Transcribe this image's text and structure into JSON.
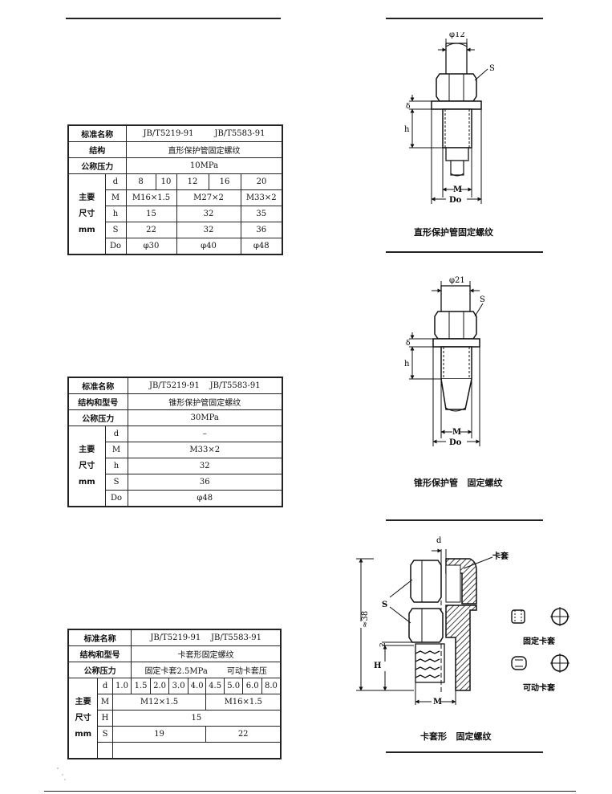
{
  "table1": {
    "rows": {
      "standard": {
        "label": "标准名称",
        "value1": "JB/T5219-91",
        "value2": "JB/T5583-91"
      },
      "structure": {
        "label": "结构",
        "value": "直形保护管固定螺纹"
      },
      "pressure": {
        "label": "公称压力",
        "value": "10MPa"
      }
    },
    "group": {
      "line1": "主要",
      "line2": "尺寸",
      "line3": "mm"
    },
    "d": {
      "label": "d",
      "values": [
        "8",
        "10",
        "12",
        "16",
        "20"
      ]
    },
    "M": {
      "label": "M",
      "values": [
        "M16×1.5",
        "M27×2",
        "M33×2"
      ]
    },
    "h": {
      "label": "h",
      "values": [
        "15",
        "32",
        "35"
      ]
    },
    "S": {
      "label": "S",
      "values": [
        "22",
        "32",
        "36"
      ]
    },
    "Do": {
      "label": "Do",
      "values": [
        "φ30",
        "φ40",
        "φ48"
      ]
    }
  },
  "table2": {
    "rows": {
      "standard": {
        "label": "标准名称",
        "value": "JB/T5219-91    JB/T5583-91"
      },
      "structure": {
        "label": "结构和型号",
        "value": "锥形保护管固定螺纹"
      },
      "pressure": {
        "label": "公称压力",
        "value": "30MPa"
      }
    },
    "group": {
      "line1": "主要",
      "line2": "尺寸",
      "line3": "mm"
    },
    "d": {
      "label": "d",
      "value": "–"
    },
    "M": {
      "label": "M",
      "value": "M33×2"
    },
    "h": {
      "label": "h",
      "value": "32"
    },
    "S": {
      "label": "S",
      "value": "36"
    },
    "Do": {
      "label": "Do",
      "value": "φ48"
    }
  },
  "table3": {
    "rows": {
      "standard": {
        "label": "标准名称",
        "value": "JB/T5219-91    JB/T5583-91"
      },
      "structure": {
        "label": "结构和型号",
        "value": "卡套形固定螺纹"
      },
      "pressure": {
        "label": "公称压力",
        "value1": "固定卡套2.5MPa",
        "value2": "可动卡套压"
      }
    },
    "group": {
      "line1": "主要",
      "line2": "尺寸",
      "line3": "mm"
    },
    "d": {
      "label": "d",
      "values": [
        "1.0",
        "1.5",
        "2.0",
        "3.0",
        "4.0",
        "4.5",
        "5.0",
        "6.0",
        "8.0"
      ]
    },
    "M": {
      "label": "M",
      "values": [
        "M12×1.5",
        "M16×1.5"
      ]
    },
    "H": {
      "label": "H",
      "value": "15"
    },
    "S": {
      "label": "S",
      "values": [
        "19",
        "22"
      ]
    }
  },
  "figures": {
    "fig1": {
      "caption": "直形保护管固定螺纹",
      "dim_top": "φ12",
      "label_S": "S",
      "label_b": "δ",
      "label_h": "h",
      "label_M": "M",
      "label_Do": "Do"
    },
    "fig2": {
      "caption": "锥形保护管   固定螺纹",
      "dim_top": "φ21",
      "label_S": "S",
      "label_b": "δ",
      "label_h": "h",
      "label_M": "M",
      "label_Do": "Do"
    },
    "fig3": {
      "caption": "卡套形   固定螺纹",
      "label_d": "d",
      "label_sleeve": "卡套",
      "label_S": "S",
      "label_height": "≈38",
      "label_2": "2",
      "label_H": "H",
      "label_M": "M",
      "fixed_sleeve": "固定卡套",
      "movable_sleeve": "可动卡套"
    }
  }
}
